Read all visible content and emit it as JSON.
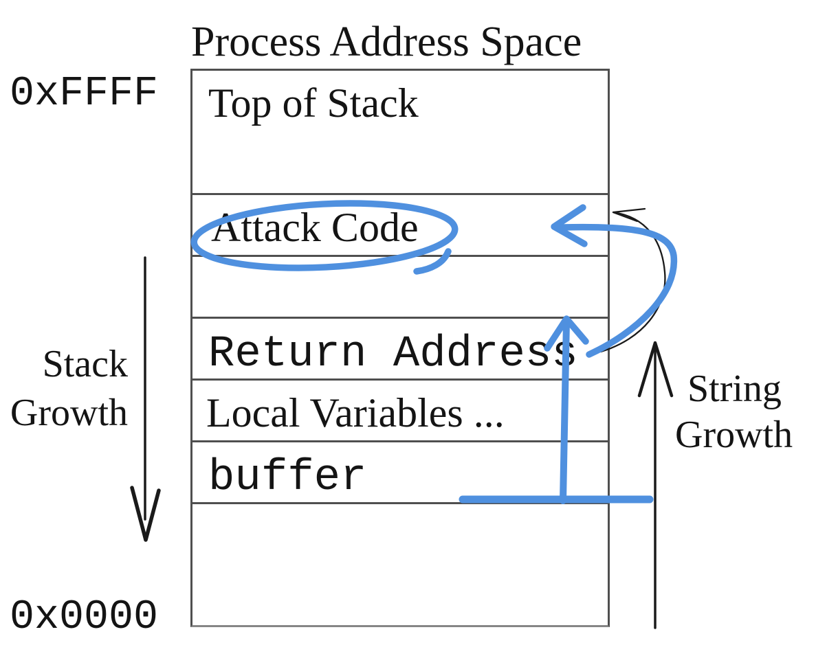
{
  "diagram": {
    "title": "Process Address Space",
    "memory_box": {
      "top_address": "0xFFFF",
      "bottom_address": "0x0000",
      "sections": [
        {
          "name": "top-of-stack",
          "label": "Top of Stack"
        },
        {
          "name": "attack-code",
          "label": "Attack Code"
        },
        {
          "name": "empty-gap-upper",
          "label": ""
        },
        {
          "name": "return-address",
          "label": "Return Address"
        },
        {
          "name": "local-variables",
          "label": "Local Variables ..."
        },
        {
          "name": "buffer",
          "label": "buffer"
        },
        {
          "name": "empty-gap-lower",
          "label": ""
        }
      ]
    },
    "left_annotation": {
      "line1": "Stack",
      "line2": "Growth"
    },
    "right_annotation": {
      "line1": "String",
      "line2": "Growth"
    },
    "colors": {
      "annotation_blue": "#4f90df",
      "ink_black": "#1a1a1a",
      "line_gray": "#4f4f4f"
    },
    "hand_drawn_marks": [
      "attack-code-circle",
      "overflow-baseline-under-buffer",
      "overwrite-return-address-arrow",
      "redirect-to-attack-code-arrow-blue",
      "redirect-to-attack-code-arrow-black"
    ]
  }
}
